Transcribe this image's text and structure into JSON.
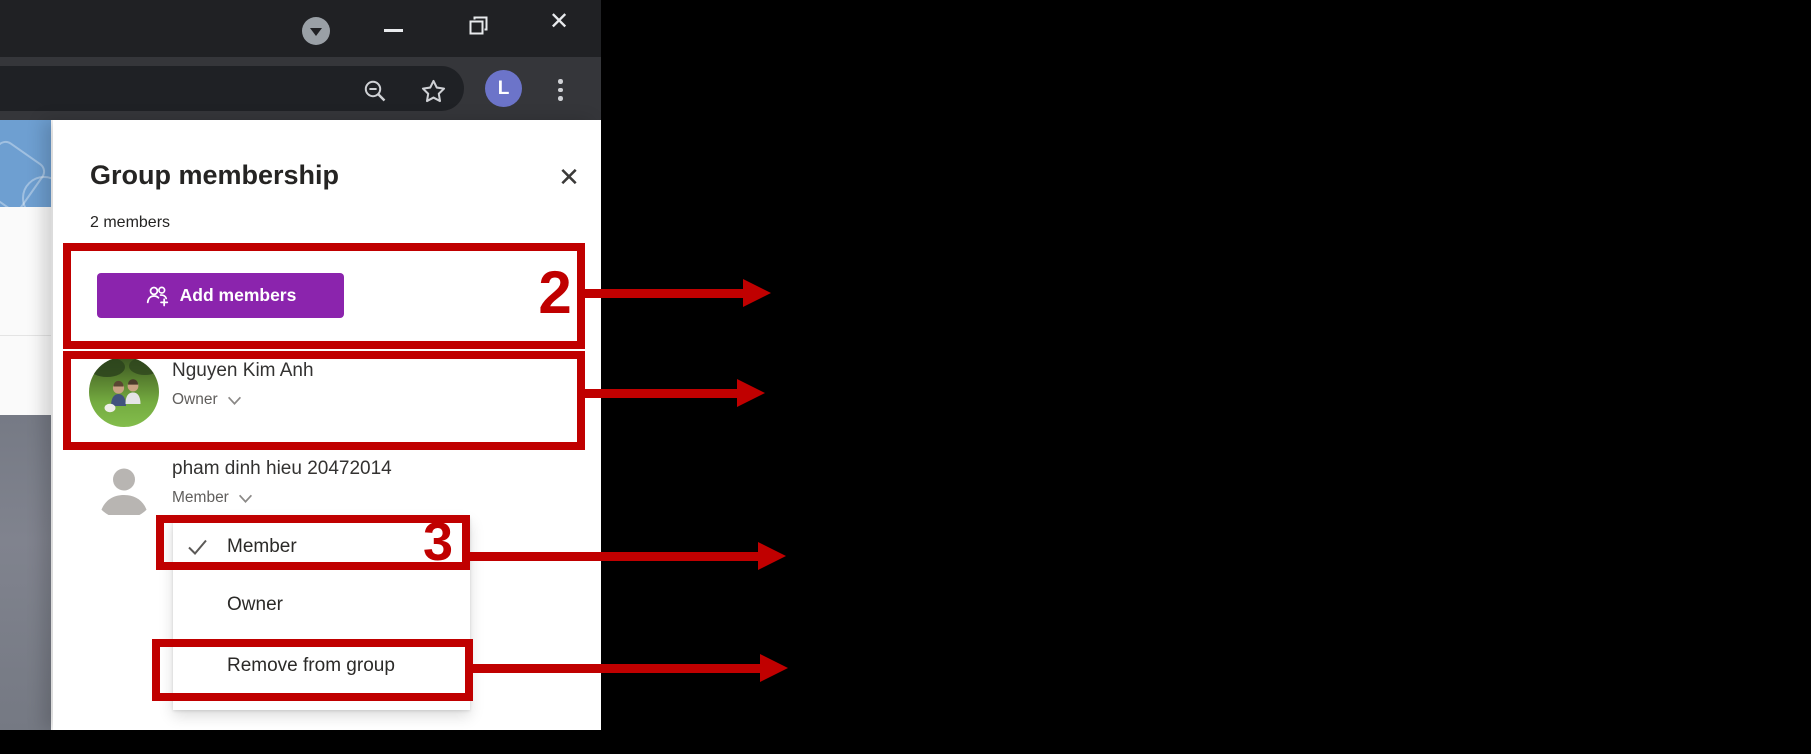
{
  "browser": {
    "profile_initial": "L"
  },
  "panel": {
    "title": "Group membership",
    "member_count": "2 members",
    "add_button_label": "Add members",
    "close_glyph": "✕",
    "members": [
      {
        "name": "Nguyen Kim Anh",
        "role": "Owner"
      },
      {
        "name": "pham dinh hieu 20472014",
        "role": "Member"
      }
    ],
    "role_menu": {
      "selected": "Member",
      "items": [
        "Member",
        "Owner",
        "Remove from group"
      ]
    }
  },
  "annotations": {
    "step_2_label": "2",
    "step_3_label": "3",
    "accent_color": "#c00000"
  },
  "window_controls": {
    "close_glyph": "✕"
  }
}
